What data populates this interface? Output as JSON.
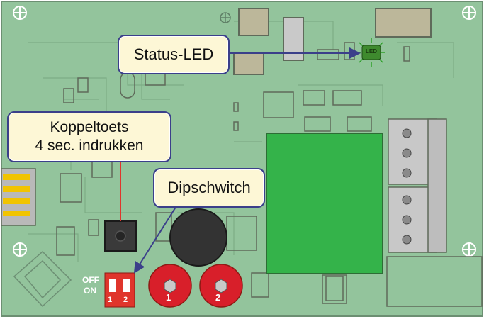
{
  "callouts": {
    "status_led": "Status-LED",
    "koppeltoets_line1": "Koppeltoets",
    "koppeltoets_line2": "4 sec. indrukken",
    "dipschwitch": "Dipschwitch"
  },
  "labels": {
    "off": "OFF",
    "on": "ON",
    "switch_1": "1",
    "switch_2": "2",
    "pot_1": "1",
    "pot_2": "2",
    "led": "LED"
  },
  "colors": {
    "board": "#93c49c",
    "relay": "#34b34a",
    "dipswitch": "#e0352c",
    "potentiometer": "#d81f2a",
    "callout_fill": "#fdf7d6",
    "callout_border": "#3b3f8a",
    "arrow": "#3b3f8a",
    "button_wire": "#e0352c"
  }
}
